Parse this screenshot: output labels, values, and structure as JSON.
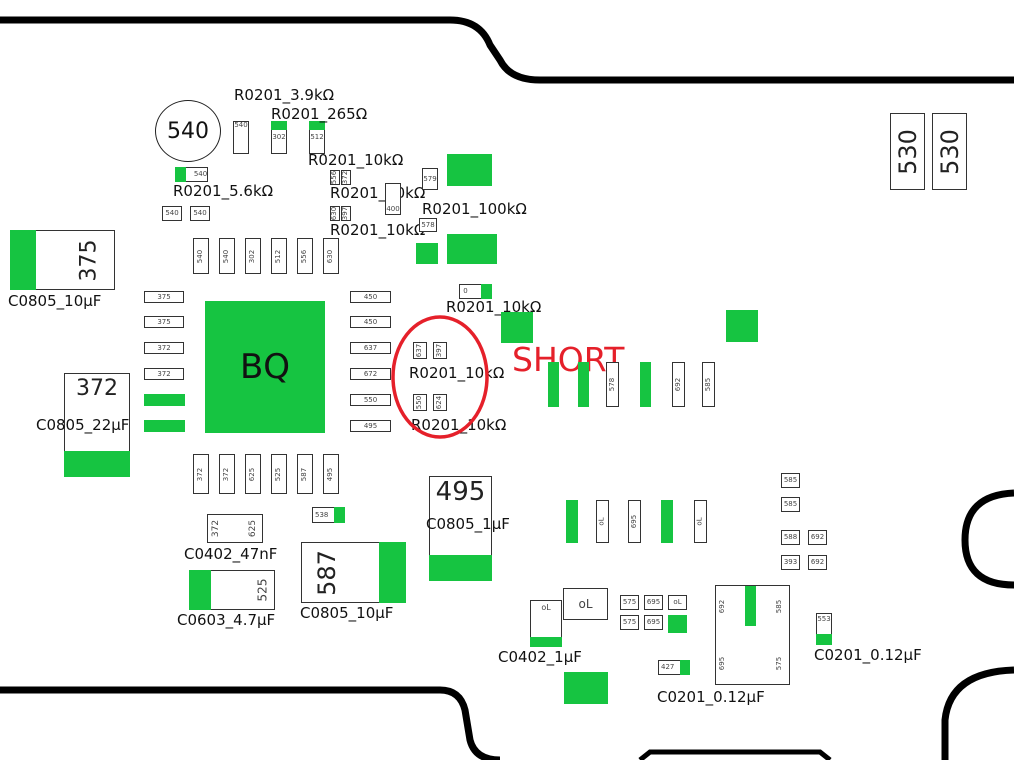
{
  "colors": {
    "pad": "#16c441",
    "highlight": "#e5202a",
    "outline": "#000000"
  },
  "ic": {
    "label": "BQ"
  },
  "annotation": {
    "text": "SHORT"
  },
  "circle_marker": "540",
  "labels": {
    "r_3_9k": "R0201_3.9kΩ",
    "r_265": "R0201_265Ω",
    "r_10k_a": "R0201_10kΩ",
    "r_10k_b": "R0201_10kΩ",
    "r_10k_c": "R0201_10kΩ",
    "r_100k": "R0201_100kΩ",
    "r_5_6k": "R0201_5.6kΩ",
    "r_10k_d": "R0201_10kΩ",
    "r_10k_e": "R0201_10kΩ",
    "r_10k_f": "R0201_10kΩ",
    "c0805_10uf_a": "C0805_10μF",
    "c0805_22uf": "C0805_22μF",
    "c0402_47nf": "C0402_47nF",
    "c0603_4_7uf": "C0603_4.7μF",
    "c0805_10uf_b": "C0805_10μF",
    "c0805_1uf": "C0805_1μF",
    "c0402_1uf": "C0402_1μF",
    "c0201_012_a": "C0201_0.12μF",
    "c0201_012_b": "C0201_0.12μF"
  },
  "big_labels": {
    "c375": "375",
    "c372": "372",
    "c587": "587",
    "c495": "495",
    "b530a": "530",
    "b530b": "530",
    "ol_big": "oL"
  },
  "components": {
    "r540a": "540",
    "r302a": "302",
    "r512a": "512",
    "h540a": "540",
    "h540b": "540",
    "h540c": "540",
    "v540a": "540",
    "v540b": "540",
    "v302": "302",
    "v512": "512",
    "v556": "556",
    "v630": "630",
    "s556": "556",
    "s372": "372",
    "s630": "630",
    "s397": "397",
    "s579": "579",
    "s400": "400",
    "s578": "578",
    "s0": "0",
    "l375a": "375",
    "l375b": "375",
    "l372a": "372",
    "l372b": "372",
    "r450a": "450",
    "r450b": "450",
    "r637": "637",
    "r672": "672",
    "r550": "550",
    "r495": "495",
    "c_637": "637",
    "c_397": "397",
    "c_550": "550",
    "c_624": "624",
    "b372a": "372",
    "b372b": "372",
    "b625": "625",
    "b525": "525",
    "b587": "587",
    "b495": "495",
    "c47_372": "372",
    "c47_625": "625",
    "c4_525": "525",
    "s538": "538",
    "p578": "578",
    "p692": "692",
    "p585": "585",
    "q0l_a": "oL",
    "q695": "695",
    "q0l_b": "oL",
    "g585a": "585",
    "g585b": "585",
    "g588": "588",
    "g692a": "692",
    "g393": "393",
    "g692b": "692",
    "m575a": "575",
    "m695a": "695",
    "m0l": "oL",
    "m575b": "575",
    "m695b": "695",
    "m0l_small": "oL",
    "m427": "427",
    "x692a": "692",
    "x585": "585",
    "x695": "695",
    "x575": "575",
    "x553": "553"
  }
}
